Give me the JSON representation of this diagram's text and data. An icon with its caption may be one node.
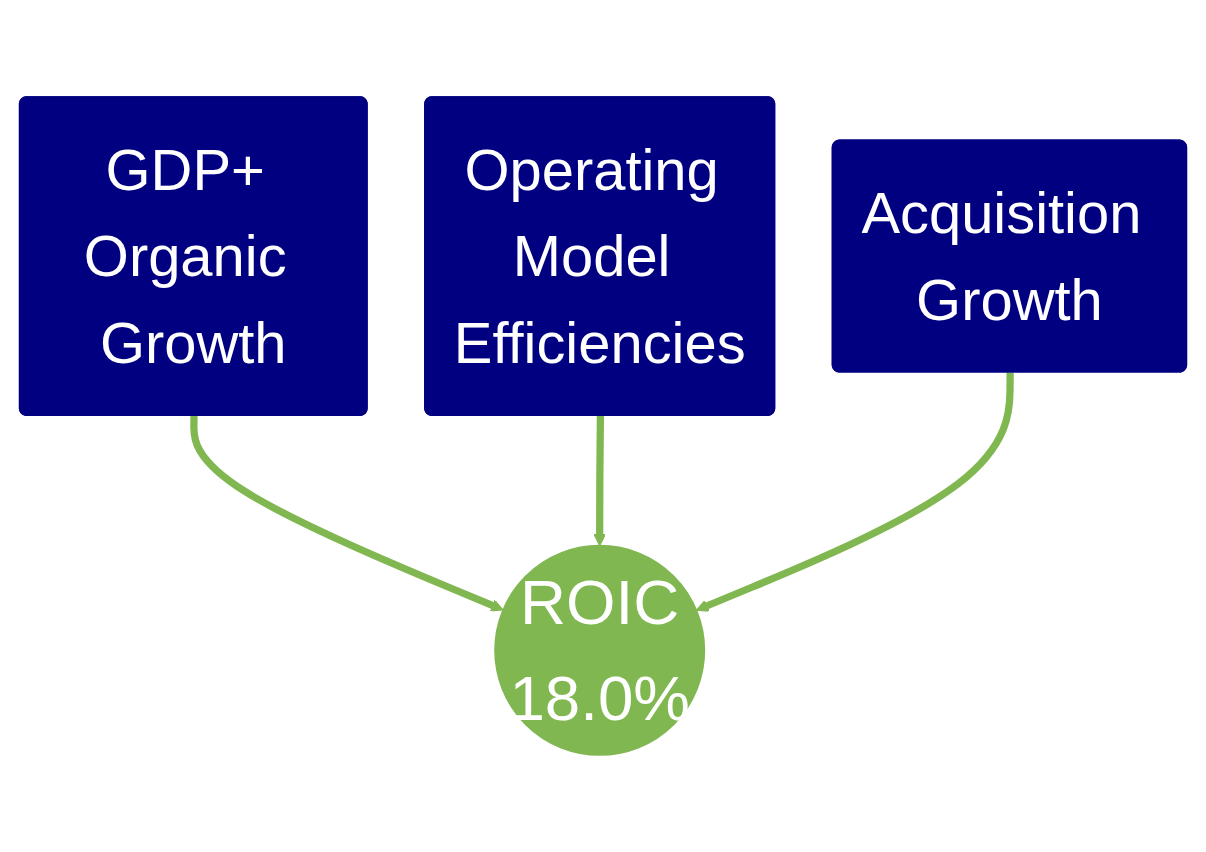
{
  "diagram": {
    "nodes": [
      {
        "text": [
          "GDP+ Organic Growth"
        ]
      },
      {
        "text": [
          "Operating Model Efficiencies"
        ]
      },
      {
        "text": [
          "Acquisition Growth"
        ]
      },
      {
        "text": [
          "ROIC",
          "18.0%"
        ]
      }
    ],
    "edges": [
      {
        "from": 0,
        "to": 3,
        "arrow": "to"
      },
      {
        "from": 1,
        "to": 3,
        "arrow": "to"
      },
      {
        "from": 2,
        "to": 3,
        "arrow": "to"
      }
    ]
  }
}
